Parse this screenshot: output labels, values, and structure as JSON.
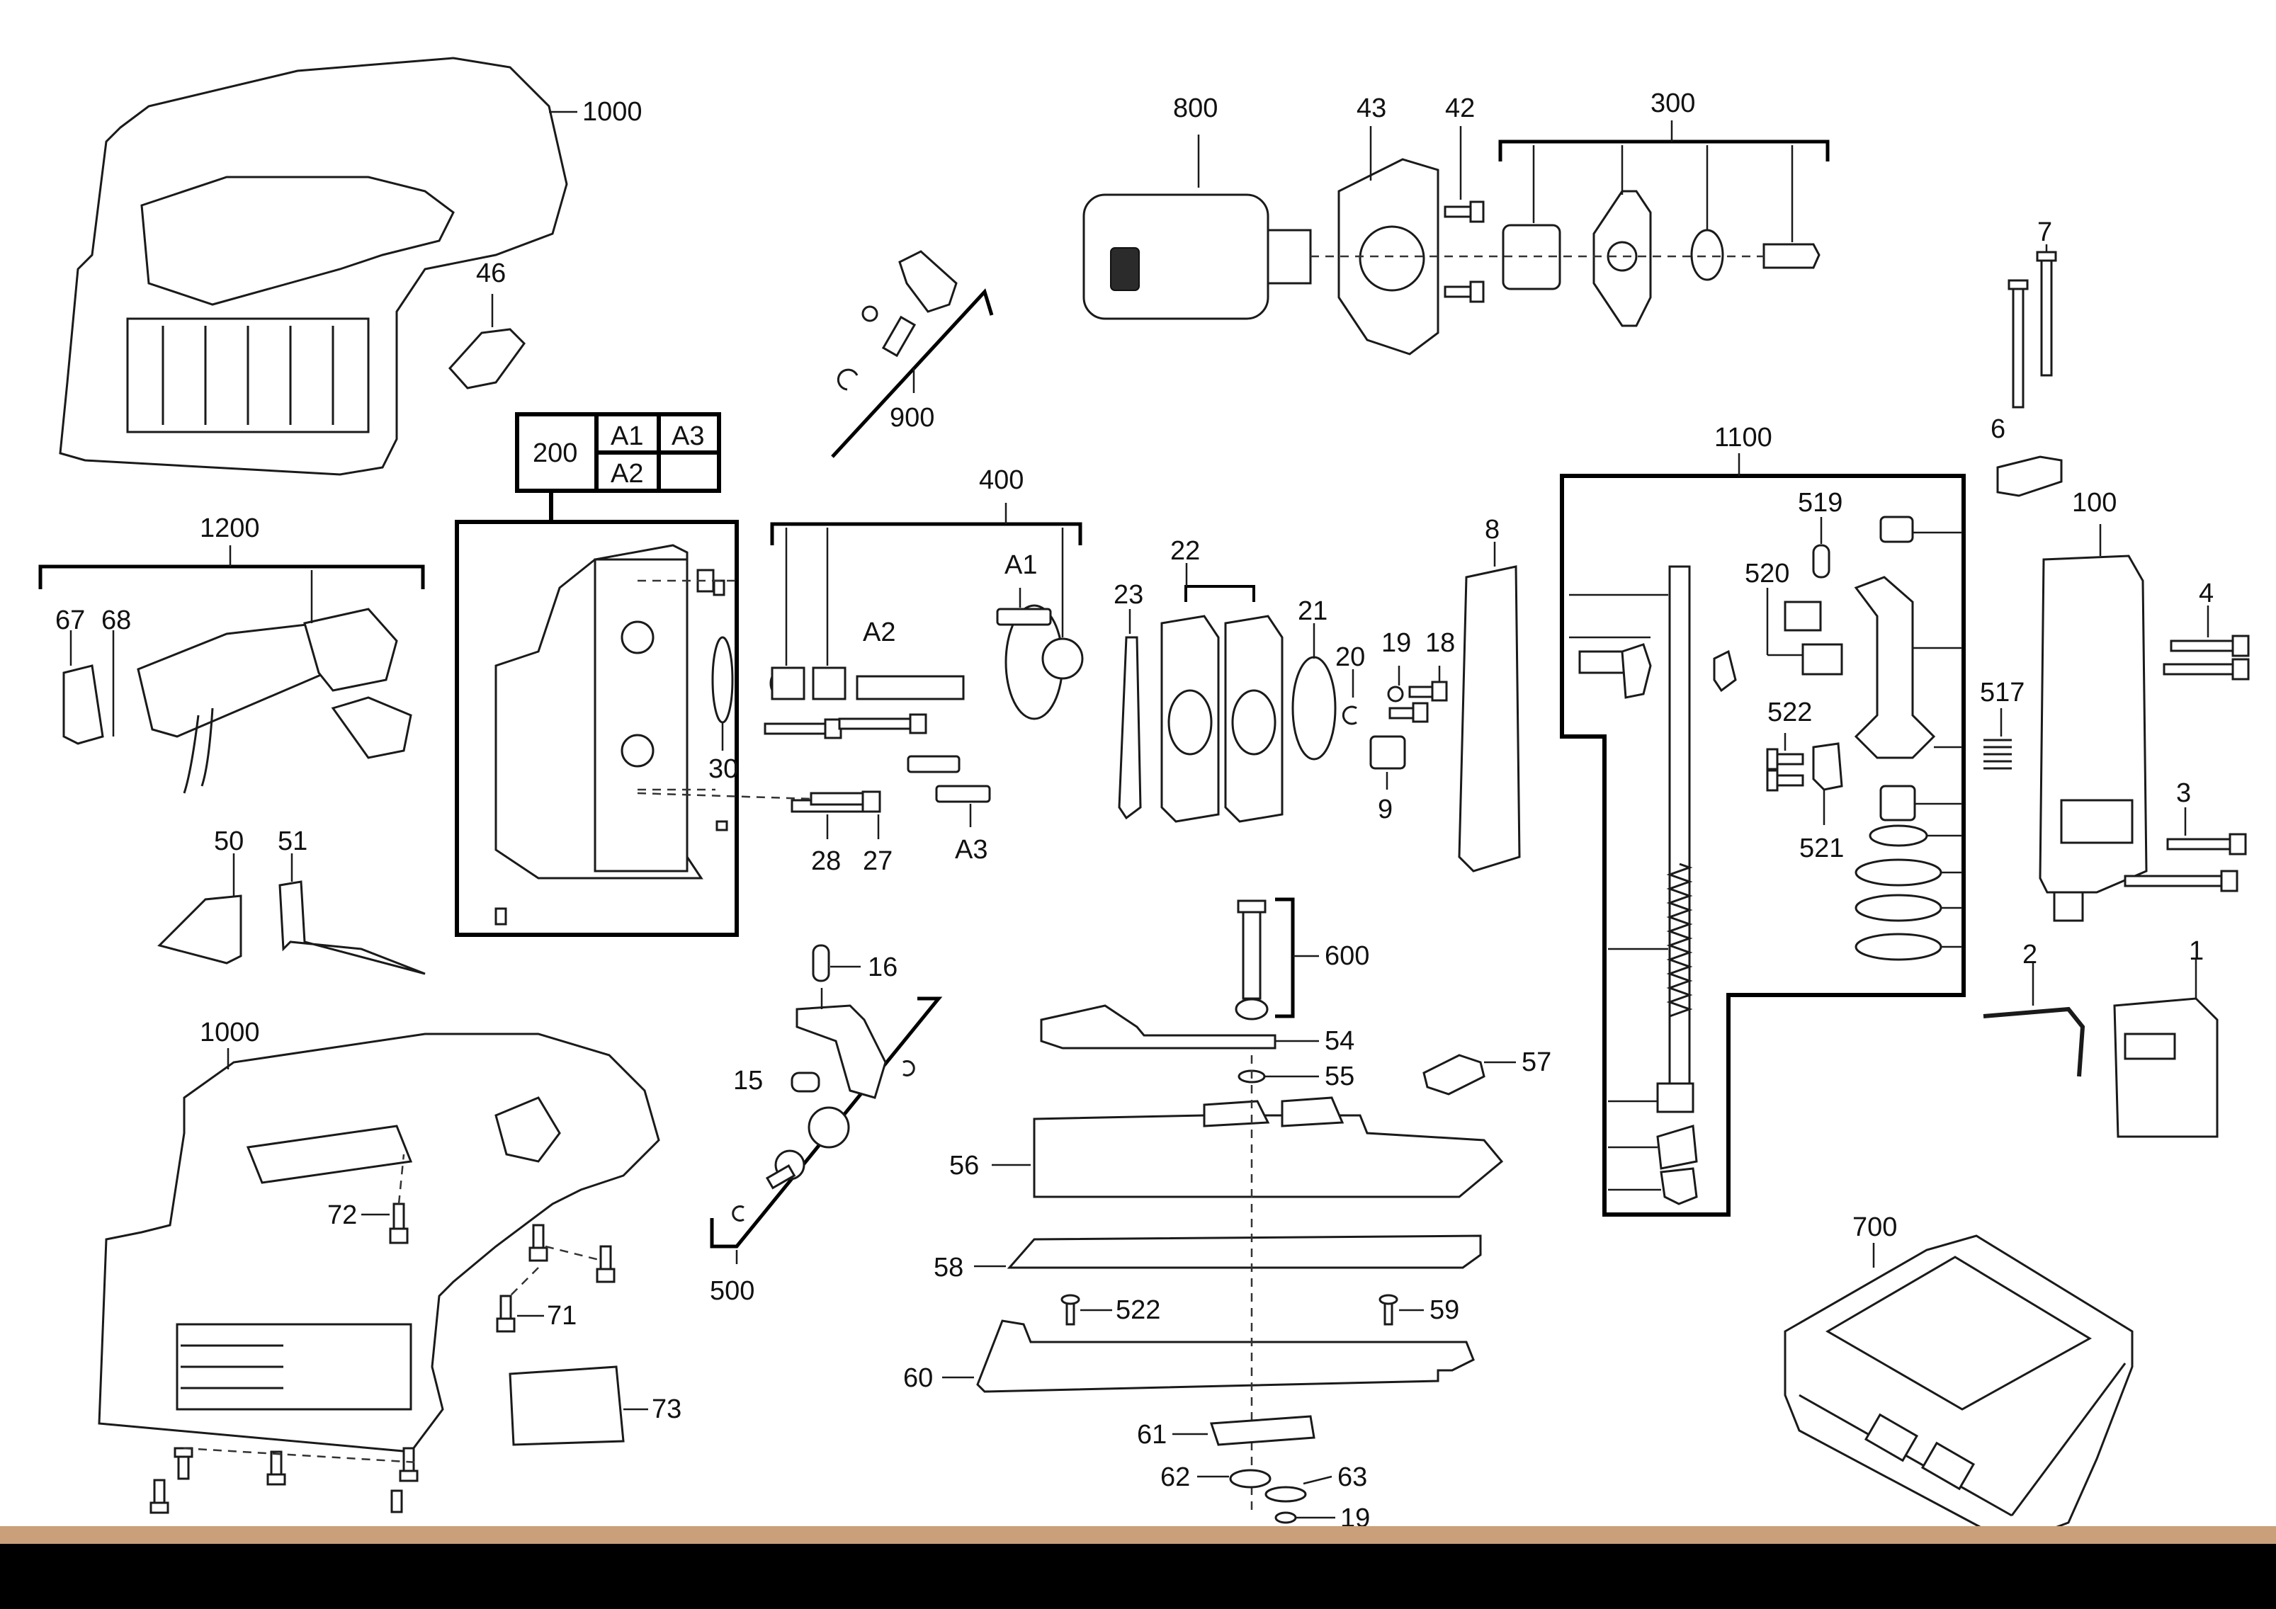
{
  "labels": {
    "l1000a": "1000",
    "l46": "46",
    "l800": "800",
    "l43": "43",
    "l42": "42",
    "l300": "300",
    "l900": "900",
    "l7": "7",
    "l6": "6",
    "l1100": "1100",
    "l200": "200",
    "lA1box": "A1",
    "lA3box": "A3",
    "lA2box": "A2",
    "l400": "400",
    "lA1": "A1",
    "lA2": "A2",
    "l22": "22",
    "l23": "23",
    "l21": "21",
    "l20": "20",
    "l19a": "19",
    "l18": "18",
    "l8": "8",
    "l519": "519",
    "l520": "520",
    "l100": "100",
    "l4": "4",
    "l517": "517",
    "l522a": "522",
    "l521": "521",
    "l3": "3",
    "l1200": "1200",
    "l67": "67",
    "l68": "68",
    "l30": "30",
    "l28": "28",
    "l27": "27",
    "lA3": "A3",
    "l9": "9",
    "l50": "50",
    "l51": "51",
    "l16": "16",
    "l600": "600",
    "l15": "15",
    "l54": "54",
    "l55": "55",
    "l57": "57",
    "l1000b": "1000",
    "l72": "72",
    "l56": "56",
    "l500": "500",
    "l71": "71",
    "l58": "58",
    "l522b": "522",
    "l59": "59",
    "l60": "60",
    "l73": "73",
    "l61": "61",
    "l62": "62",
    "l63": "63",
    "l19b": "19",
    "l2": "2",
    "l1": "1",
    "l700": "700"
  }
}
